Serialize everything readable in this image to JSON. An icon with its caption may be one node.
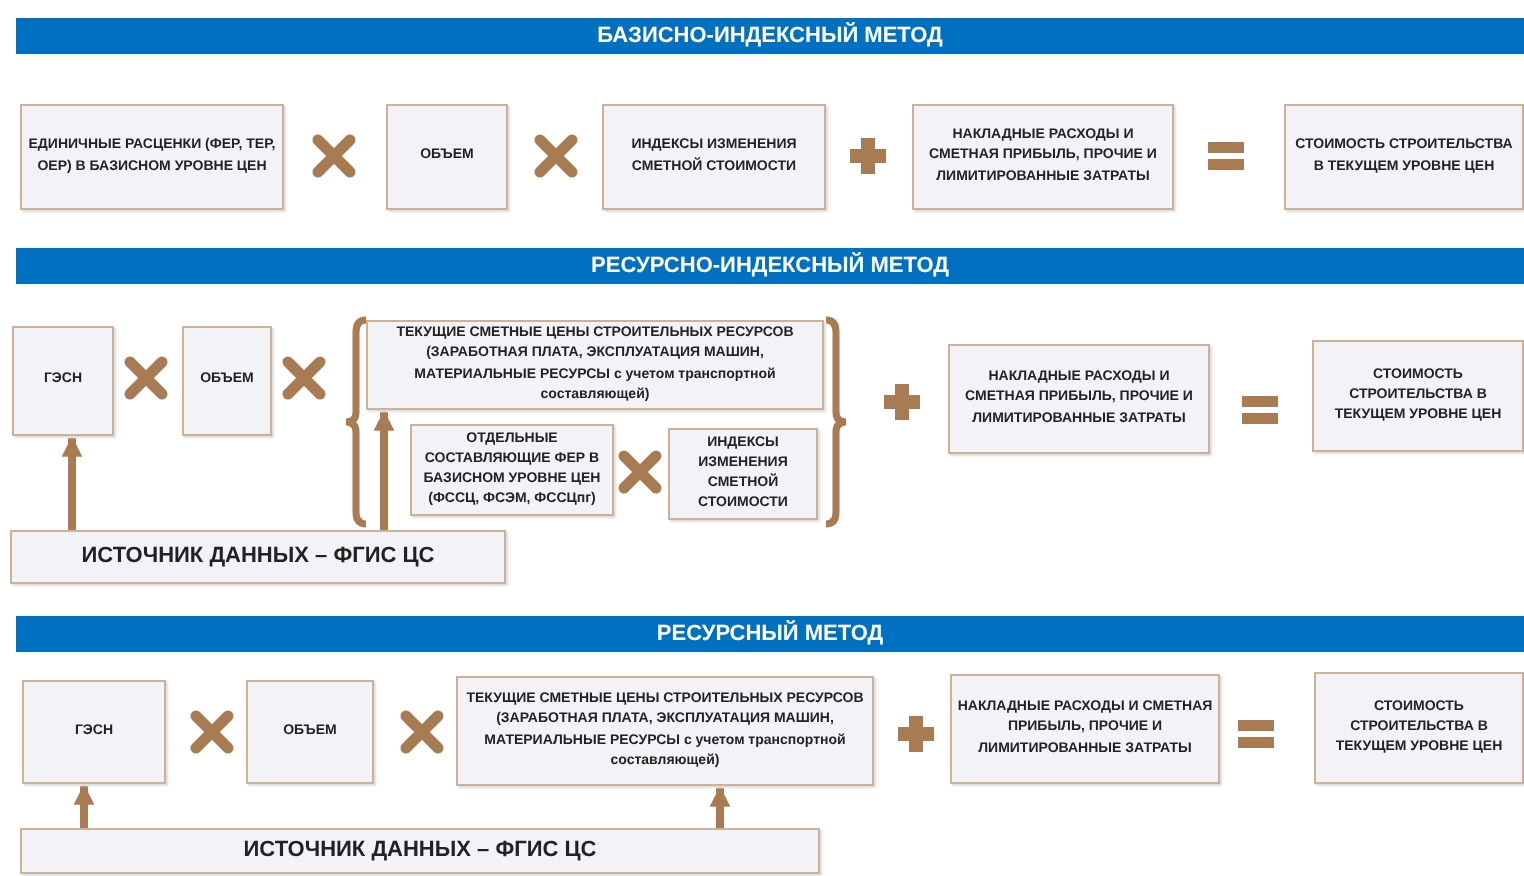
{
  "diagram": {
    "nodes": [
      {
        "text": [
          "БАЗИСНО-ИНДЕКСНЫЙ МЕТОД"
        ]
      },
      {
        "text": [
          "ЕДИНИЧНЫЕ РАСЦЕНКИ (ФЕР, ТЕР, ОЕР) В БАЗИСНОМ УРОВНЕ ЦЕН"
        ]
      },
      {
        "text": [
          "ОБЪЕМ"
        ]
      },
      {
        "text": [
          "ИНДЕКСЫ ИЗМЕНЕНИЯ СМЕТНОЙ СТОИМОСТИ"
        ]
      },
      {
        "text": [
          "НАКЛАДНЫЕ РАСХОДЫ И СМЕТНАЯ ПРИБЫЛЬ, ПРОЧИЕ И ЛИМИТИРОВАННЫЕ ЗАТРАТЫ"
        ]
      },
      {
        "text": [
          "СТОИМОСТЬ СТРОИТЕЛЬСТВА В ТЕКУЩЕМ УРОВНЕ ЦЕН"
        ]
      },
      {
        "text": [
          "РЕСУРСНО-ИНДЕКСНЫЙ МЕТОД"
        ]
      },
      {
        "text": [
          "ГЭСН"
        ]
      },
      {
        "text": [
          "ОБЪЕМ"
        ]
      },
      {
        "text": [
          "ТЕКУЩИЕ СМЕТНЫЕ ЦЕНЫ СТРОИТЕЛЬНЫХ РЕСУРСОВ (ЗАРАБОТНАЯ ПЛАТА, ЭКСПЛУАТАЦИЯ МАШИН, МАТЕРИАЛЬНЫЕ РЕСУРСЫ с учетом транспортной составляющей)"
        ]
      },
      {
        "text": [
          "ОТДЕЛЬНЫЕ СОСТАВЛЯЮЩИЕ ФЕР В БАЗИСНОМ УРОВНЕ ЦЕН (ФССЦ, ФСЭМ, ФССЦпг)"
        ]
      },
      {
        "text": [
          "ИНДЕКСЫ ИЗМЕНЕНИЯ СМЕТНОЙ СТОИМОСТИ"
        ]
      },
      {
        "text": [
          "НАКЛАДНЫЕ РАСХОДЫ И СМЕТНАЯ ПРИБЫЛЬ, ПРОЧИЕ И ЛИМИТИРОВАННЫЕ ЗАТРАТЫ"
        ]
      },
      {
        "text": [
          "СТОИМОСТЬ СТРОИТЕЛЬСТВА В ТЕКУЩЕМ УРОВНЕ ЦЕН"
        ]
      },
      {
        "text": [
          "ИСТОЧНИК ДАННЫХ – ФГИС ЦС"
        ]
      },
      {
        "text": [
          "РЕСУРСНЫЙ МЕТОД"
        ]
      },
      {
        "text": [
          "ГЭСН"
        ]
      },
      {
        "text": [
          "ОБЪЕМ"
        ]
      },
      {
        "text": [
          "ТЕКУЩИЕ СМЕТНЫЕ ЦЕНЫ СТРОИТЕЛЬНЫХ РЕСУРСОВ (ЗАРАБОТНАЯ ПЛАТА, ЭКСПЛУАТАЦИЯ МАШИН, МАТЕРИАЛЬНЫЕ РЕСУРСЫ с учетом транспортной составляющей)"
        ]
      },
      {
        "text": [
          "НАКЛАДНЫЕ РАСХОДЫ И СМЕТНАЯ ПРИБЫЛЬ, ПРОЧИЕ И ЛИМИТИРОВАННЫЕ ЗАТРАТЫ"
        ]
      },
      {
        "text": [
          "СТОИМОСТЬ СТРОИТЕЛЬСТВА В ТЕКУЩЕМ УРОВНЕ ЦЕН"
        ]
      },
      {
        "text": [
          "ИСТОЧНИК ДАННЫХ – ФГИС ЦС"
        ]
      }
    ],
    "edges": [
      {
        "from": 14,
        "to": 7,
        "arrow": "to"
      },
      {
        "from": 14,
        "to": 9,
        "arrow": "to"
      },
      {
        "from": 21,
        "to": 16,
        "arrow": "to"
      },
      {
        "from": 21,
        "to": 18,
        "arrow": "to"
      }
    ]
  }
}
